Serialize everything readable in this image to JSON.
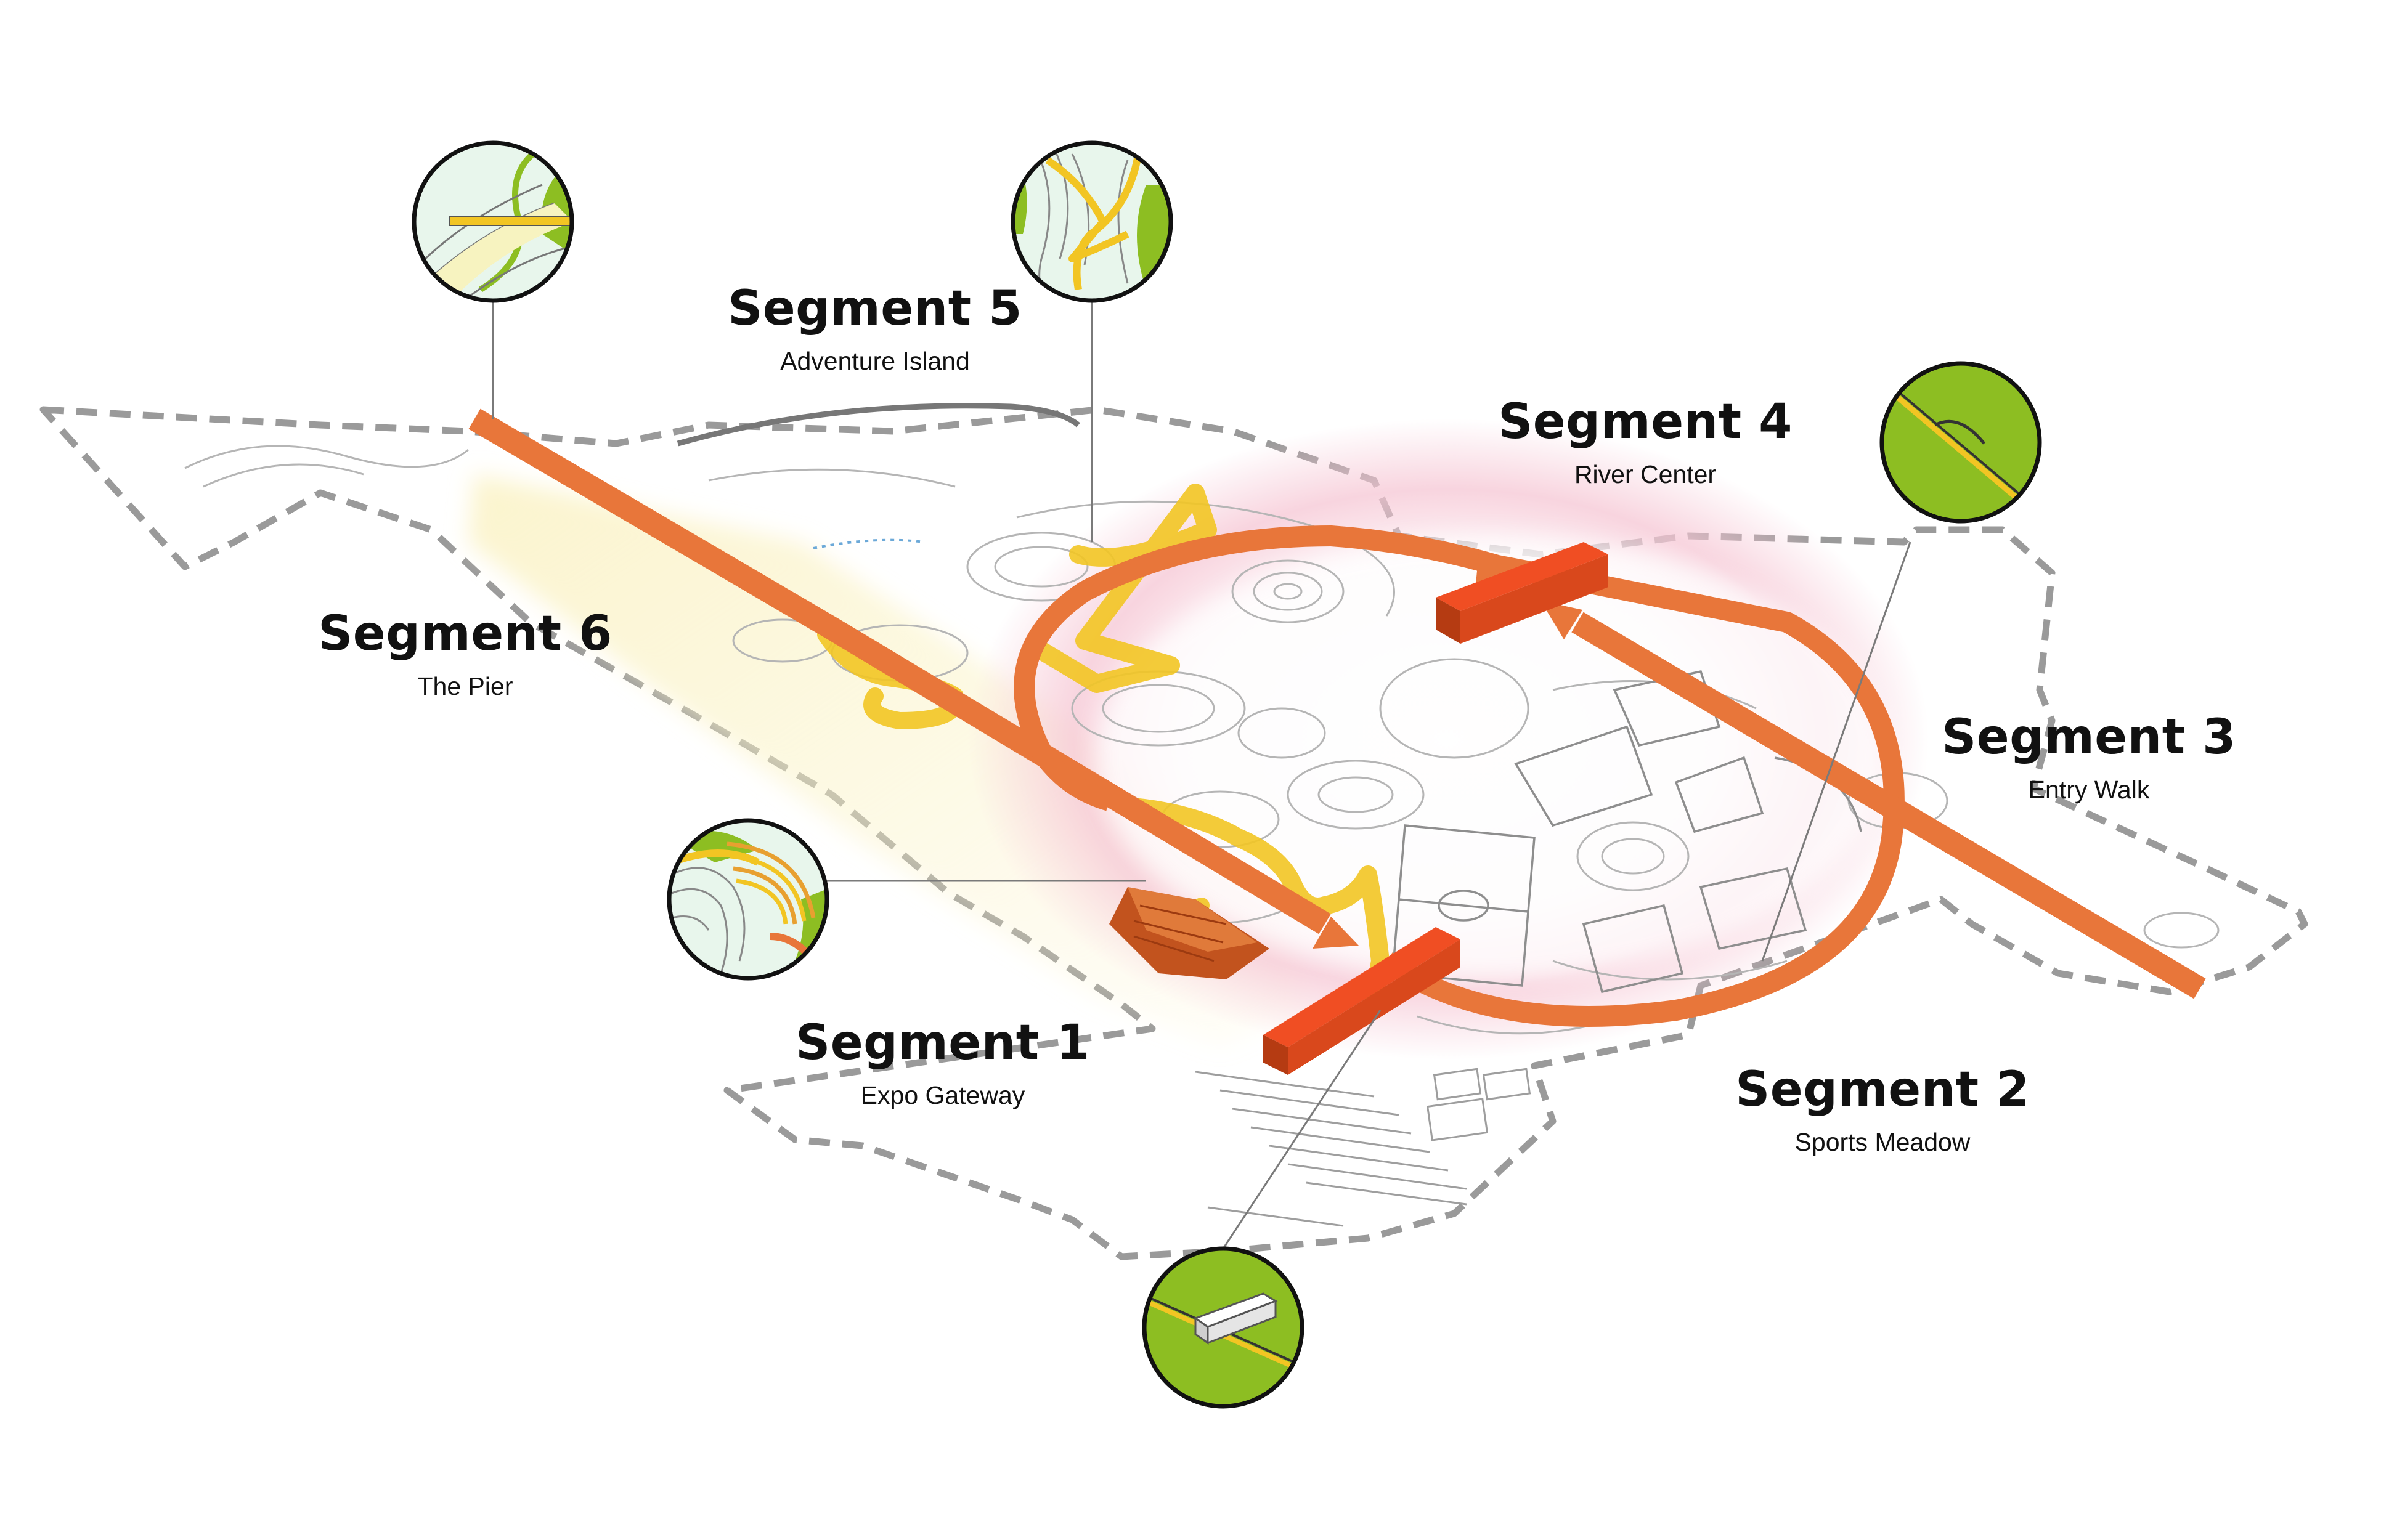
{
  "colors": {
    "route_orange": "#E8763A",
    "platform_red": "#D9481C",
    "trail_yellow": "#F2C523",
    "callout_green": "#8DBE22",
    "callout_mint": "#E8F6EC",
    "boundary_gray": "#9A9A9A",
    "glow_pink": "#F6C6D4",
    "glow_cream": "#FBF3C8"
  },
  "segments": [
    {
      "id": "segment-1",
      "title": "Segment 1",
      "subtitle": "Expo Gateway"
    },
    {
      "id": "segment-2",
      "title": "Segment 2",
      "subtitle": "Sports Meadow"
    },
    {
      "id": "segment-3",
      "title": "Segment 3",
      "subtitle": "Entry Walk"
    },
    {
      "id": "segment-4",
      "title": "Segment 4",
      "subtitle": "River Center"
    },
    {
      "id": "segment-5",
      "title": "Segment 5",
      "subtitle": "Adventure Island"
    },
    {
      "id": "segment-6",
      "title": "Segment 6",
      "subtitle": "The Pier"
    }
  ],
  "callouts": [
    {
      "name": "pier-detail-callout",
      "icon": "pier-contour-icon",
      "style": "mint"
    },
    {
      "name": "island-detail-callout",
      "icon": "switchback-trail-icon",
      "style": "mint"
    },
    {
      "name": "river-center-detail-callout",
      "icon": "path-crossing-icon",
      "style": "green"
    },
    {
      "name": "amphitheater-detail-callout",
      "icon": "amphitheater-icon",
      "style": "mint"
    },
    {
      "name": "gateway-detail-callout",
      "icon": "gateway-block-icon",
      "style": "green"
    }
  ]
}
